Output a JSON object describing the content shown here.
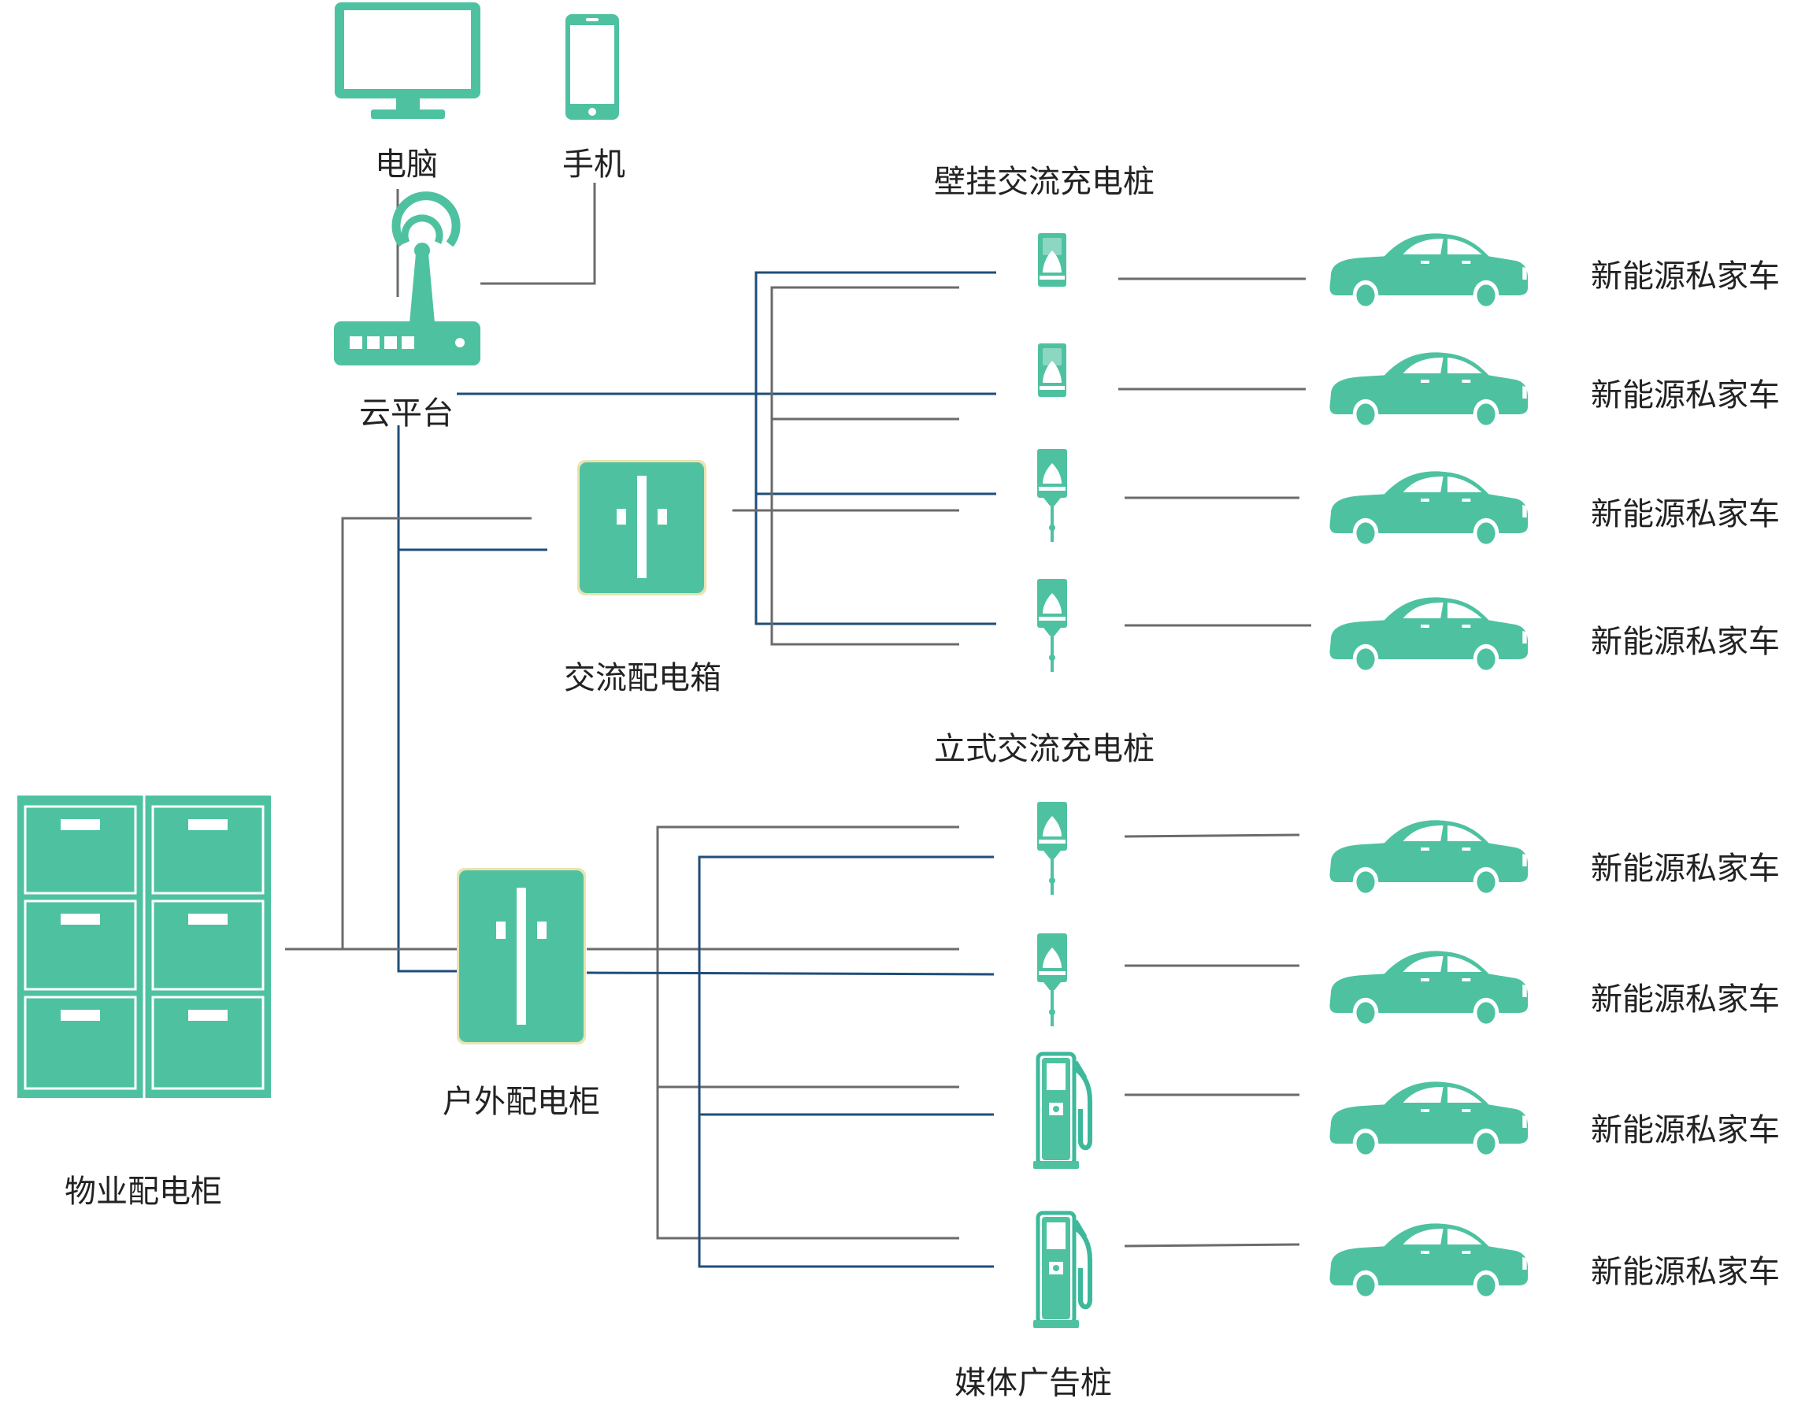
{
  "labels": {
    "computer": "电脑",
    "phone": "手机",
    "cloud": "云平台",
    "ac_box": "交流配电箱",
    "property_cabinet": "物业配电柜",
    "outdoor_cabinet": "户外配电柜",
    "wall_charger": "壁挂交流充电桩",
    "standing_charger": "立式交流充电桩",
    "media_charger": "媒体广告桩"
  },
  "cars": [
    {
      "label": "新能源私家车"
    },
    {
      "label": "新能源私家车"
    },
    {
      "label": "新能源私家车"
    },
    {
      "label": "新能源私家车"
    },
    {
      "label": "新能源私家车"
    },
    {
      "label": "新能源私家车"
    },
    {
      "label": "新能源私家车"
    },
    {
      "label": "新能源私家车"
    }
  ],
  "colors": {
    "teal": "#4ec2a0",
    "line_gray": "#6b6b6b",
    "line_blue": "#1f4e79"
  },
  "icons": [
    "monitor-icon",
    "smartphone-icon",
    "router-icon",
    "distribution-box-icon",
    "cabinet-icon",
    "wall-charger-icon",
    "standing-charger-icon",
    "fuel-pump-charger-icon",
    "car-icon"
  ]
}
